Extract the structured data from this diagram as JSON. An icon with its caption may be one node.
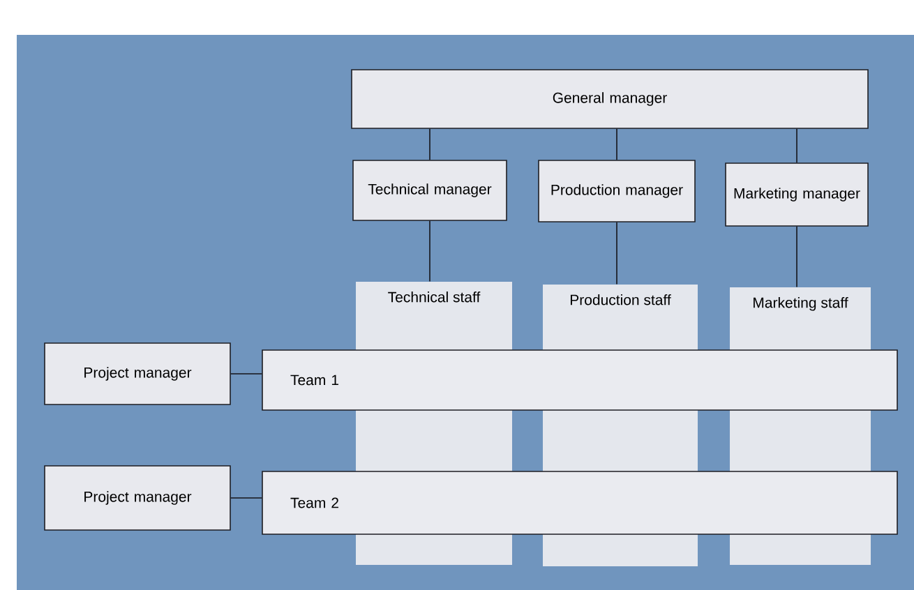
{
  "diagram": {
    "nodes": [
      {
        "text": [
          "General manager"
        ]
      },
      {
        "text": [
          "Technical manager"
        ]
      },
      {
        "text": [
          "Production manager"
        ]
      },
      {
        "text": [
          "Marketing manager"
        ]
      },
      {
        "text": [
          "Technical staff"
        ]
      },
      {
        "text": [
          "Production staff"
        ]
      },
      {
        "text": [
          "Marketing staff"
        ]
      },
      {
        "text": [
          "Project manager"
        ]
      },
      {
        "text": [
          "Team 1"
        ]
      },
      {
        "text": [
          "Project manager"
        ]
      },
      {
        "text": [
          "Team 2"
        ]
      }
    ],
    "edges": [
      {
        "from": 0,
        "to": 1,
        "arrow": "none"
      },
      {
        "from": 0,
        "to": 2,
        "arrow": "none"
      },
      {
        "from": 0,
        "to": 3,
        "arrow": "none"
      },
      {
        "from": 1,
        "to": 4,
        "arrow": "none"
      },
      {
        "from": 2,
        "to": 5,
        "arrow": "none"
      },
      {
        "from": 3,
        "to": 6,
        "arrow": "none"
      },
      {
        "from": 7,
        "to": 8,
        "arrow": "none"
      },
      {
        "from": 9,
        "to": 10,
        "arrow": "none"
      }
    ]
  }
}
